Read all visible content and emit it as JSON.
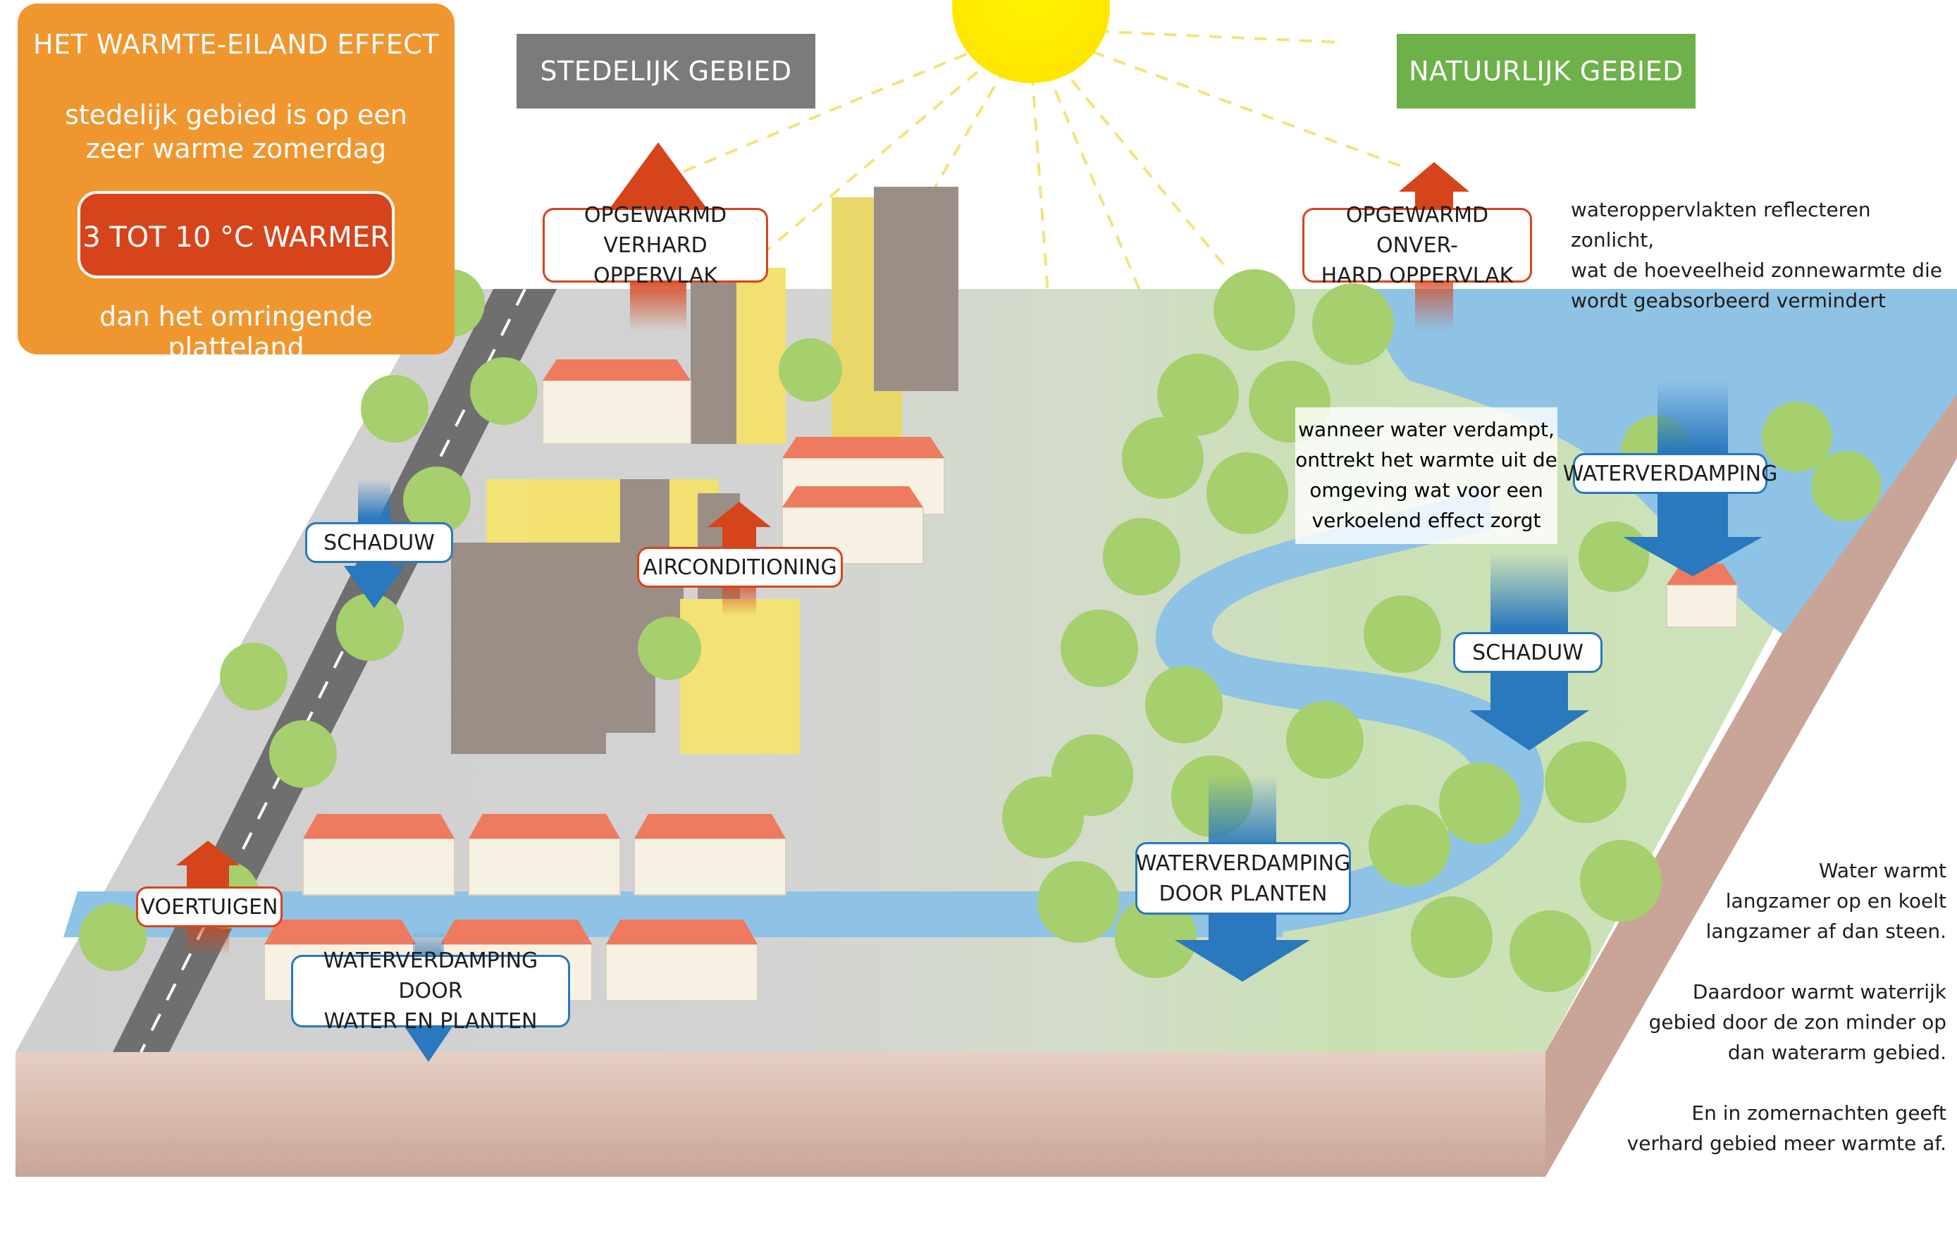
{
  "infobox": {
    "title": "HET WARMTE-EILAND EFFECT",
    "text_line1": "stedelijk gebied is op een",
    "text_line2": "zeer warme zomerdag",
    "badge": "3 TOT 10 °C WARMER",
    "footer": "dan het omringende platteland"
  },
  "headers": {
    "urban": "STEDELIJK GEBIED",
    "nature": "NATUURLIJK GEBIED"
  },
  "labels": {
    "heated_paved_line1": "OPGEWARMD",
    "heated_paved_line2": "VERHARD OPPERVLAK",
    "heated_unpaved_line1": "OPGEWARMD ONVER-",
    "heated_unpaved_line2": "HARD OPPERVLAK",
    "shade_city": "SCHADUW",
    "airco": "AIRCONDITIONING",
    "vehicles": "VOERTUIGEN",
    "evap_water_plants_line1": "WATERVERDAMPING DOOR",
    "evap_water_plants_line2": "WATER EN PLANTEN",
    "evap_plants_line1": "WATERVERDAMPING",
    "evap_plants_line2": "DOOR PLANTEN",
    "evap_water": "WATERVERDAMPING",
    "shade_nature": "SCHADUW"
  },
  "notes": {
    "water_reflect": [
      "wateroppervlakten reflecteren zonlicht,",
      "wat de hoeveelheid zonnewarmte die",
      "wordt geabsorbeerd vermindert"
    ],
    "evaporation": [
      "wanneer water verdampt,",
      "onttrekt het warmte uit de",
      "omgeving wat voor een",
      "verkoelend effect zorgt"
    ],
    "bottom_right": [
      "Water warmt",
      "langzamer op en koelt",
      "langzamer af dan steen.",
      "",
      "Daardoor warmt waterrijk",
      "gebied door de zon minder op",
      "dan waterarm gebied.",
      "",
      "En in zomernachten geeft",
      "verhard gebied meer warmte af."
    ]
  },
  "colors": {
    "orange_box": "#f0962f",
    "badge_red": "#d6441c",
    "header_grey": "#7b7b7b",
    "header_green": "#6eb04a",
    "heat_arrow": "#d6441c",
    "cool_arrow": "#2a78bd",
    "water": "#8ec3e6",
    "grass": "#c9e0b4",
    "pavement": "#cfcfcf",
    "soil": "#e0c4b8",
    "sun": "#ffea00"
  }
}
